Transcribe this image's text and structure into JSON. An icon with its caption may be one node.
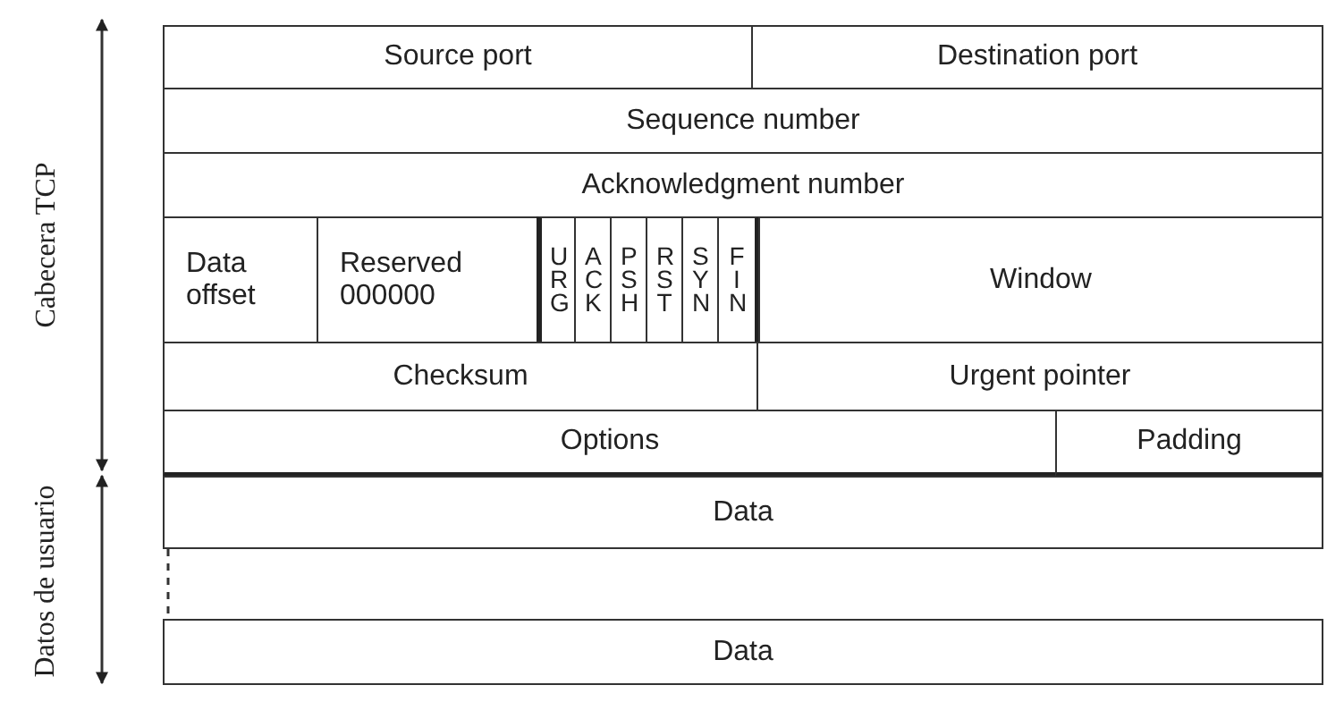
{
  "diagram": {
    "nodes": [
      {
        "text": [
          "Source port"
        ]
      },
      {
        "text": [
          "Destination port"
        ]
      },
      {
        "text": [
          "Sequence number"
        ]
      },
      {
        "text": [
          "Acknowledgment number"
        ]
      },
      {
        "text": [
          "Data offset"
        ]
      },
      {
        "text": [
          "Reserved 000000"
        ]
      },
      {
        "text": [
          "URG"
        ]
      },
      {
        "text": [
          "ACK"
        ]
      },
      {
        "text": [
          "PSH"
        ]
      },
      {
        "text": [
          "RST"
        ]
      },
      {
        "text": [
          "SYN"
        ]
      },
      {
        "text": [
          "FIN"
        ]
      },
      {
        "text": [
          "Window"
        ]
      },
      {
        "text": [
          "Checksum"
        ]
      },
      {
        "text": [
          "Urgent pointer"
        ]
      },
      {
        "text": [
          "Options"
        ]
      },
      {
        "text": [
          "Padding"
        ]
      },
      {
        "text": [
          "Data"
        ]
      },
      {
        "text": [
          "Data"
        ]
      }
    ],
    "edges": [
      {
        "from": 17,
        "to": 18,
        "arrow": "none",
        "style": "dashed"
      }
    ],
    "labels": [
      "Cabecera TCP",
      "Datos de usuario"
    ]
  }
}
